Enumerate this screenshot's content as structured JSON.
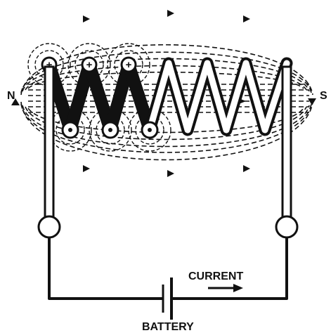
{
  "labels": {
    "north": "N",
    "south": "S",
    "current": "CURRENT",
    "battery": "BATTERY"
  },
  "symbols": {
    "plus": "+"
  },
  "colors": {
    "ink": "#111111",
    "paper": "#ffffff"
  },
  "icons": [
    "current-direction-arrow-icon",
    "battery-icon",
    "field-arrow-icon",
    "plus-terminal-icon",
    "wire-end-dot-icon"
  ]
}
